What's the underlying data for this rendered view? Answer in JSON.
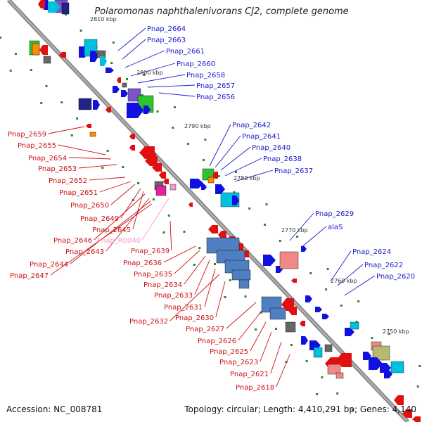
{
  "title": "Polaromonas naphthalenivorans CJ2, complete genome",
  "footer": {
    "accession": "Accession: NC_008781",
    "info": "Topology: circular; Length: 4,410,291 bp; Genes: 4,140"
  },
  "colors": {
    "backbone": "#8a8a8a",
    "forward_label": "#1a1acc",
    "reverse_label": "#cc1111",
    "rna_label": "#f0a0c8",
    "tick": "#228b22"
  },
  "scale_labels": [
    "2810 kbp",
    "2800 kbp",
    "2790 kbp",
    "2780 kbp",
    "2770 kbp",
    "2760 kbp",
    "2750 kbp"
  ],
  "forward_genes": [
    "Pnap_2664",
    "Pnap_2663",
    "Pnap_2661",
    "Pnap_2660",
    "Pnap_2658",
    "Pnap_2657",
    "Pnap_2656",
    "Pnap_2642",
    "Pnap_2641",
    "Pnap_2640",
    "Pnap_2638",
    "Pnap_2637",
    "Pnap_2629",
    "alaS",
    "Pnap_2624",
    "Pnap_2622",
    "Pnap_2620"
  ],
  "reverse_genes": [
    "Pnap_2659",
    "Pnap_2655",
    "Pnap_2654",
    "Pnap_2653",
    "Pnap_2652",
    "Pnap_2651",
    "Pnap_2650",
    "Pnap_2649",
    "Pnap_2645",
    "Pnap_2646",
    "Pnap_2643",
    "Pnap_2644",
    "Pnap_2647",
    "Pnap_2639",
    "Pnap_2636",
    "Pnap_2635",
    "Pnap_2634",
    "Pnap_2633",
    "Pnap_2631",
    "Pnap_2632",
    "Pnap_2630",
    "Pnap_2627",
    "Pnap_2626",
    "Pnap_2625",
    "Pnap_2623",
    "Pnap_2621",
    "Pnap_2618"
  ],
  "rna_genes": [
    "Pnap_R0040"
  ]
}
